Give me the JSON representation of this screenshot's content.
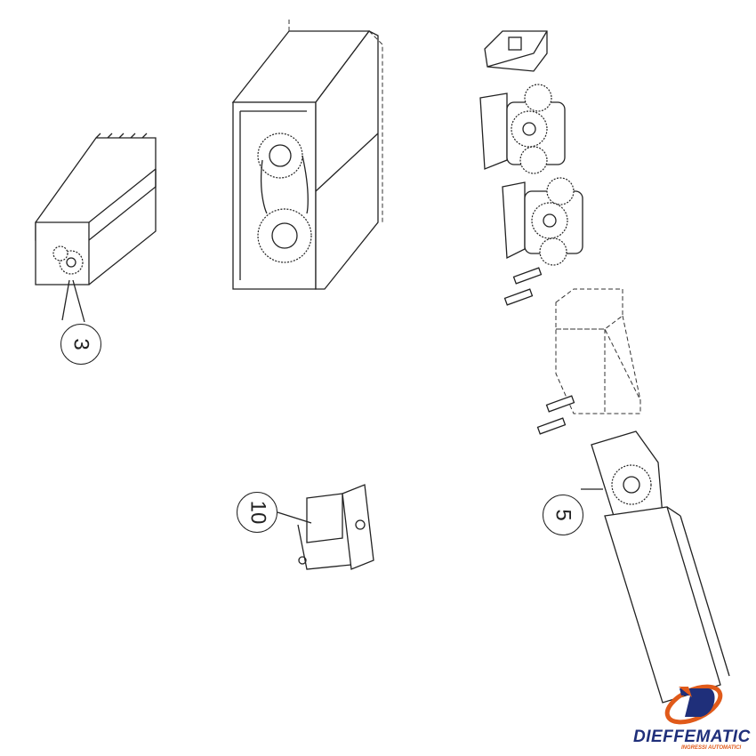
{
  "callouts": [
    {
      "number": "3"
    },
    {
      "number": "10"
    },
    {
      "number": "5"
    }
  ],
  "logo": {
    "brand": "DIEFFEMATIC",
    "tagline": "INGRESSI AUTOMATICI",
    "colors": {
      "blue": "#1f2f7a",
      "orange": "#e05a1a"
    }
  }
}
